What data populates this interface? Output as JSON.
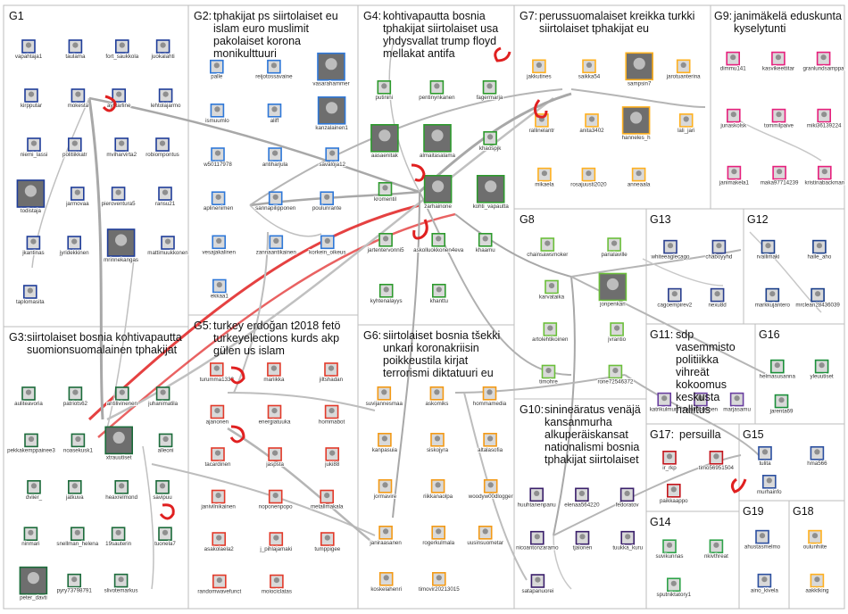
{
  "palette": {
    "G1": "#1f3d99",
    "G2": "#2f78d8",
    "G3": "#1b6b3a",
    "G4": "#2d9a2d",
    "G5": "#e23a2a",
    "G6": "#f39a16",
    "G7": "#ffb01f",
    "G8": "#6bbf3a",
    "G9": "#e6207d",
    "G10": "#3a1f6b",
    "G11": "#6a3fa0",
    "G12": "#1b3f8b",
    "G13": "#2a3f8f",
    "G14": "#2fa34a",
    "G15": "#2b4fa0",
    "G16": "#1b8f3a",
    "G17": "#c4151c",
    "G18": "#ffb01f",
    "G19": "#2b4fa0",
    "edge": "#9a9a9a",
    "red_edge": "#e02020"
  },
  "groups": [
    {
      "id": "G1",
      "label": "G1",
      "title": ""
    },
    {
      "id": "G2",
      "label": "G2:",
      "title": "tphakijat ps siirtolaiset eu islam euro muslimit pakolaiset korona monikulttuuri"
    },
    {
      "id": "G3",
      "label": "G3:",
      "title": "siirtolaiset bosnia kohtivapautta suomionsuomalainen tphakijat"
    },
    {
      "id": "G4",
      "label": "G4:",
      "title": "kohtivapautta bosnia tphakijat siirtolaiset usa yhdysvallat trump floyd mellakat antifa"
    },
    {
      "id": "G5",
      "label": "G5:",
      "title": "turkey erdoğan t2018 fetö turkeyelections kurds akp gülen us islam"
    },
    {
      "id": "G6",
      "label": "G6:",
      "title": "siirtolaiset bosnia tšekki unkari koronakriisin poikkeustila kirjat terrorismi diktatuuri eu"
    },
    {
      "id": "G7",
      "label": "G7:",
      "title": "perussuomalaiset kreikka turkki siirtolaiset tphakijat eu"
    },
    {
      "id": "G8",
      "label": "G8",
      "title": ""
    },
    {
      "id": "G9",
      "label": "G9:",
      "title": "janimäkelä eduskunta kyselytunti"
    },
    {
      "id": "G10",
      "label": "G10:",
      "title": "sinineäratus venäjä kansanmurha alkuperäiskansat nationalismi bosnia tphakijat siirtolaiset"
    },
    {
      "id": "G11",
      "label": "G11:",
      "title": "sdp vasemmisto politiikka vihreät kokoomus keskusta hallitus"
    },
    {
      "id": "G12",
      "label": "G12",
      "title": ""
    },
    {
      "id": "G13",
      "label": "G13",
      "title": ""
    },
    {
      "id": "G14",
      "label": "G14",
      "title": ""
    },
    {
      "id": "G15",
      "label": "G15",
      "title": ""
    },
    {
      "id": "G16",
      "label": "G16",
      "title": ""
    },
    {
      "id": "G17",
      "label": "G17:",
      "title": "persuilla"
    },
    {
      "id": "G18",
      "label": "G18",
      "title": ""
    },
    {
      "id": "G19",
      "label": "G19",
      "title": ""
    }
  ],
  "nodes": [
    {
      "g": "G1",
      "label": "vapahtaja1"
    },
    {
      "g": "G1",
      "label": "taulama"
    },
    {
      "g": "G1",
      "label": "fort_saukkola"
    },
    {
      "g": "G1",
      "label": "juokalahti"
    },
    {
      "g": "G1",
      "label": "kirpputar"
    },
    {
      "g": "G1",
      "label": "mokesta"
    },
    {
      "g": "G1",
      "label": "ayktarline"
    },
    {
      "g": "G1",
      "label": "lehtolajarmo"
    },
    {
      "g": "G1",
      "label": "niemi_lassi"
    },
    {
      "g": "G1",
      "label": "politiikkatr"
    },
    {
      "g": "G1",
      "label": "mviharvirta2"
    },
    {
      "g": "G1",
      "label": "robiompontus"
    },
    {
      "g": "G1",
      "label": "todistaja"
    },
    {
      "g": "G1",
      "label": "jarmovaa"
    },
    {
      "g": "G1",
      "label": "pieroventura5"
    },
    {
      "g": "G1",
      "label": "ransu21"
    },
    {
      "g": "G1",
      "label": "jkantinas"
    },
    {
      "g": "G1",
      "label": "jyridekkinen"
    },
    {
      "g": "G1",
      "label": "mrinnekangas"
    },
    {
      "g": "G1",
      "label": "mattimuukkonen"
    },
    {
      "g": "G1",
      "label": "taplomasita"
    },
    {
      "g": "G2",
      "label": "palle"
    },
    {
      "g": "G2",
      "label": "reijotossavaine"
    },
    {
      "g": "G2",
      "label": "vasarahammer"
    },
    {
      "g": "G2",
      "label": "ismuumlo"
    },
    {
      "g": "G2",
      "label": "aliff"
    },
    {
      "g": "G2",
      "label": "kanzalainen1"
    },
    {
      "g": "G2",
      "label": "w50117978"
    },
    {
      "g": "G2",
      "label": "antiharjula"
    },
    {
      "g": "G2",
      "label": "savaloja12"
    },
    {
      "g": "G2",
      "label": "aplinenimen"
    },
    {
      "g": "G2",
      "label": "sannapilipponen"
    },
    {
      "g": "G2",
      "label": "poulunrante"
    },
    {
      "g": "G2",
      "label": "vesajakalinen"
    },
    {
      "g": "G2",
      "label": "zannaantikainen"
    },
    {
      "g": "G2",
      "label": "korkein_oikeus"
    },
    {
      "g": "G2",
      "label": "ekkaa1"
    },
    {
      "g": "G3",
      "label": "auliteavoria"
    },
    {
      "g": "G3",
      "label": "patriots62"
    },
    {
      "g": "G3",
      "label": "antilivinenen"
    },
    {
      "g": "G3",
      "label": "juhanimatila"
    },
    {
      "g": "G3",
      "label": "pekkakemppainee3"
    },
    {
      "g": "G3",
      "label": "noasekusk1"
    },
    {
      "g": "G3",
      "label": "xtrauutiset"
    },
    {
      "g": "G3",
      "label": "alleoni"
    },
    {
      "g": "G3",
      "label": "dviier_"
    },
    {
      "g": "G3",
      "label": "jatkuva"
    },
    {
      "g": "G3",
      "label": "heaxrelmond"
    },
    {
      "g": "G3",
      "label": "savipuu"
    },
    {
      "g": "G3",
      "label": "ninmari"
    },
    {
      "g": "G3",
      "label": "snellman_helena"
    },
    {
      "g": "G3",
      "label": "19sauterin"
    },
    {
      "g": "G3",
      "label": "tuonela7"
    },
    {
      "g": "G3",
      "label": "peter_davti"
    },
    {
      "g": "G3",
      "label": "pyry73798791"
    },
    {
      "g": "G3",
      "label": "slivotemarkus"
    },
    {
      "g": "G4",
      "label": "putinini"
    },
    {
      "g": "G4",
      "label": "pentinynkanen"
    },
    {
      "g": "G4",
      "label": "fagermarja"
    },
    {
      "g": "G4",
      "label": "aasaenitak"
    },
    {
      "g": "G4",
      "label": "almaitasalama"
    },
    {
      "g": "G4",
      "label": "khaospjk"
    },
    {
      "g": "G4",
      "label": "kromentil"
    },
    {
      "g": "G4",
      "label": "zarhainone"
    },
    {
      "g": "G4",
      "label": "kohti_vapautta"
    },
    {
      "g": "G4",
      "label": "jartentervonni5"
    },
    {
      "g": "G4",
      "label": "askolluokkonen4eva"
    },
    {
      "g": "G4",
      "label": "khaamu"
    },
    {
      "g": "G4",
      "label": "kyhtenalayys"
    },
    {
      "g": "G4",
      "label": "khanttu"
    },
    {
      "g": "G5",
      "label": "turumma1338"
    },
    {
      "g": "G5",
      "label": "mariikka"
    },
    {
      "g": "G5",
      "label": "jiltshadan"
    },
    {
      "g": "G5",
      "label": "ajanonen"
    },
    {
      "g": "G5",
      "label": "energiatuuka"
    },
    {
      "g": "G5",
      "label": "hommabot"
    },
    {
      "g": "G5",
      "label": "tacardinen"
    },
    {
      "g": "G5",
      "label": "jaspsta"
    },
    {
      "g": "G5",
      "label": "juki88"
    },
    {
      "g": "G5",
      "label": "janivilnikainen"
    },
    {
      "g": "G5",
      "label": "noponenpopo"
    },
    {
      "g": "G5",
      "label": "metallmakala"
    },
    {
      "g": "G5",
      "label": "asakolaela2"
    },
    {
      "g": "G5",
      "label": "j_pihlajamaki"
    },
    {
      "g": "G5",
      "label": "tumppigee"
    },
    {
      "g": "G5",
      "label": "randomwavefunct"
    },
    {
      "g": "G5",
      "label": "moiociclatas"
    },
    {
      "g": "G6",
      "label": "suvijannesmaa"
    },
    {
      "g": "G6",
      "label": "askomiks"
    },
    {
      "g": "G6",
      "label": "hommamedia"
    },
    {
      "g": "G6",
      "label": "kanpasuia"
    },
    {
      "g": "G6",
      "label": "siskojyra"
    },
    {
      "g": "G6",
      "label": "altalasofia"
    },
    {
      "g": "G6",
      "label": "jormavire"
    },
    {
      "g": "G6",
      "label": "riikkanaolpa"
    },
    {
      "g": "G6",
      "label": "woodyw00dlogger"
    },
    {
      "g": "G6",
      "label": "janiraasanen"
    },
    {
      "g": "G6",
      "label": "rogerkulmala"
    },
    {
      "g": "G6",
      "label": "uusinsuometar"
    },
    {
      "g": "G6",
      "label": "koskelahenri"
    },
    {
      "g": "G6",
      "label": "timovir20213015"
    },
    {
      "g": "G7",
      "label": "jakkutines"
    },
    {
      "g": "G7",
      "label": "saikka54"
    },
    {
      "g": "G7",
      "label": "sampsin7"
    },
    {
      "g": "G7",
      "label": "jarotuanterina"
    },
    {
      "g": "G7",
      "label": "rallinelantr"
    },
    {
      "g": "G7",
      "label": "anita3402"
    },
    {
      "g": "G7",
      "label": "hanneles_h"
    },
    {
      "g": "G7",
      "label": "lali_jari"
    },
    {
      "g": "G7",
      "label": "mikaela"
    },
    {
      "g": "G7",
      "label": "rosajuusti2020"
    },
    {
      "g": "G7",
      "label": "anneaala"
    },
    {
      "g": "G8",
      "label": "chainsawsmoker"
    },
    {
      "g": "G8",
      "label": "parialaville"
    },
    {
      "g": "G8",
      "label": "karvataika"
    },
    {
      "g": "G8",
      "label": "jonpenkari"
    },
    {
      "g": "G8",
      "label": "artolehtikoinen"
    },
    {
      "g": "G8",
      "label": "jvrantio"
    },
    {
      "g": "G8",
      "label": "timohre"
    },
    {
      "g": "G8",
      "label": "rone72546372"
    },
    {
      "g": "G9",
      "label": "dimmu141"
    },
    {
      "g": "G9",
      "label": "kasvikeettitar"
    },
    {
      "g": "G9",
      "label": "granlundsamppa"
    },
    {
      "g": "G9",
      "label": "junaskolsk"
    },
    {
      "g": "G9",
      "label": "tommilpaive"
    },
    {
      "g": "G9",
      "label": "miki36139224"
    },
    {
      "g": "G9",
      "label": "janimakela1"
    },
    {
      "g": "G9",
      "label": "maka97714239"
    },
    {
      "g": "G9",
      "label": "kristinabackman"
    },
    {
      "g": "G10",
      "label": "huuhtanenpanu"
    },
    {
      "g": "G10",
      "label": "elenaa564220"
    },
    {
      "g": "G10",
      "label": "fedoratov"
    },
    {
      "g": "G10",
      "label": "nicoantonzaramo"
    },
    {
      "g": "G10",
      "label": "tjalonen"
    },
    {
      "g": "G10",
      "label": "tuukka_kuru"
    },
    {
      "g": "G10",
      "label": "satapanuorei"
    },
    {
      "g": "G11",
      "label": "katrikulmuni"
    },
    {
      "g": "G11",
      "label": "ramiruohonen"
    },
    {
      "g": "G11",
      "label": "marjasamu"
    },
    {
      "g": "G12",
      "label": "rvallimaki"
    },
    {
      "g": "G12",
      "label": "halle_aho"
    },
    {
      "g": "G12",
      "label": "markkujantero"
    },
    {
      "g": "G12",
      "label": "mrclean28436039"
    },
    {
      "g": "G13",
      "label": "whiteeaglecago"
    },
    {
      "g": "G13",
      "label": "chaboyyhd"
    },
    {
      "g": "G13",
      "label": "cagoempirev2"
    },
    {
      "g": "G13",
      "label": "nexu8d"
    },
    {
      "g": "G14",
      "label": "suvikunnas"
    },
    {
      "g": "G14",
      "label": "nkivthreat"
    },
    {
      "g": "G14",
      "label": "sputniktatory1"
    },
    {
      "g": "G15",
      "label": "tulita"
    },
    {
      "g": "G15",
      "label": "hma566"
    },
    {
      "g": "G15",
      "label": "murhainfo"
    },
    {
      "g": "G16",
      "label": "helmasusanna"
    },
    {
      "g": "G16",
      "label": "yleuutiset"
    },
    {
      "g": "G16",
      "label": "jarenta69"
    },
    {
      "g": "G17",
      "label": "ir_rkp"
    },
    {
      "g": "G17",
      "label": "timo56951504"
    },
    {
      "g": "G17",
      "label": "paikkaappo"
    },
    {
      "g": "G18",
      "label": "oulunhiite"
    },
    {
      "g": "G18",
      "label": "aakktking"
    },
    {
      "g": "G19",
      "label": "ahustasmelmo"
    },
    {
      "g": "G19",
      "label": "aino_kivela"
    }
  ]
}
